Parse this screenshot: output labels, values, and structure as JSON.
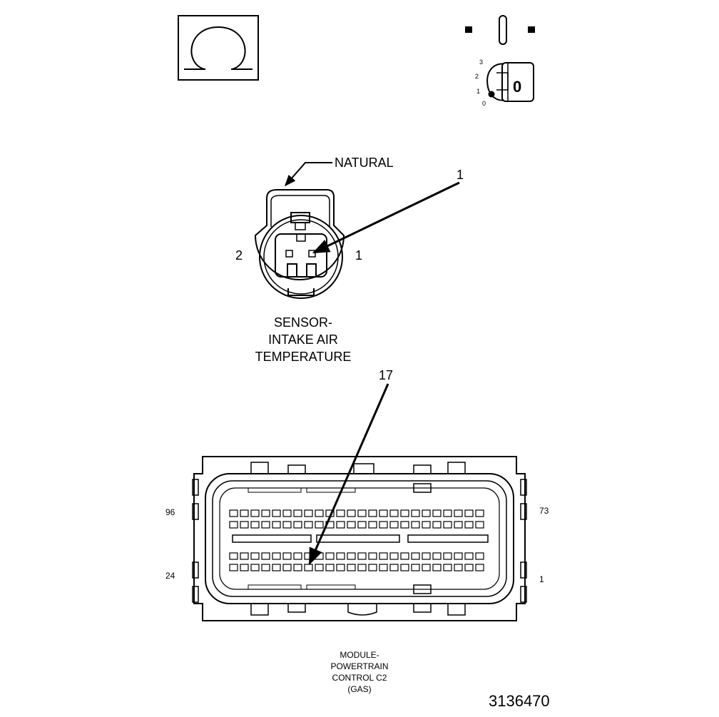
{
  "ohm_symbol": {
    "icon": "omega-ohm-icon",
    "glyph": "Ω"
  },
  "ignition_key": {
    "icon": "ignition-key-off-icon",
    "positions": [
      "3",
      "2",
      "1",
      "0"
    ],
    "key_label": "0"
  },
  "sensor_connector": {
    "color_callout": "NATURAL",
    "pin_callout": "1",
    "pin_left": "2",
    "pin_right": "1",
    "title_lines": [
      "SENSOR-",
      "INTAKE AIR",
      "TEMPERATURE"
    ]
  },
  "pcm_connector": {
    "pin_callout": "17",
    "corner_top_left": "96",
    "corner_top_right": "73",
    "corner_bottom_left": "24",
    "corner_bottom_right": "1",
    "title_lines": [
      "MODULE-",
      "POWERTRAIN",
      "CONTROL C2",
      "(GAS)"
    ]
  },
  "figure_number": "3136470"
}
